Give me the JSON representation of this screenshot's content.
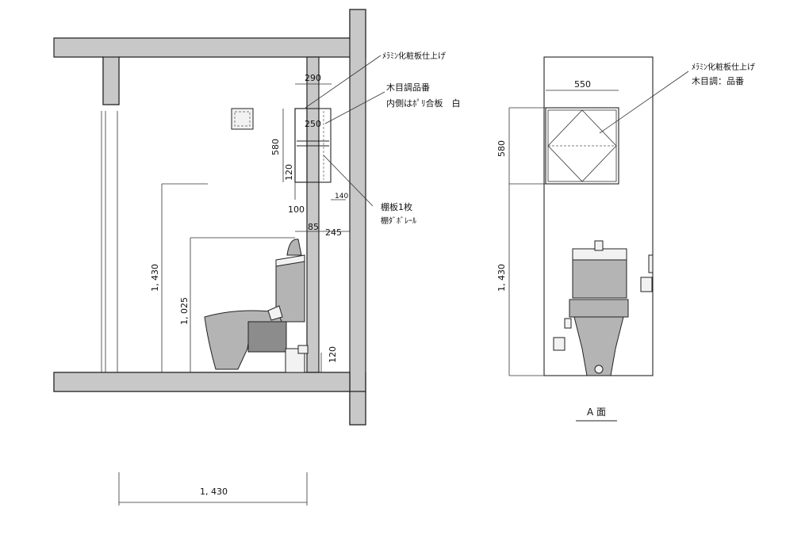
{
  "section": {
    "dims": {
      "cabinet_depth": "290",
      "shelf_depth": "250",
      "cabinet_height": "580",
      "bottom_board": "120",
      "offset_140": "140",
      "clearance_100": "100",
      "wall_85": "85",
      "gap_245": "245",
      "floor_offset_120": "120",
      "height_1430": "1, 430",
      "height_1025": "1, 025",
      "room_width": "1, 430"
    },
    "notes": {
      "finish": "ﾒﾗﾐﾝ化粧板仕上げ",
      "wood_line1": "木目調品番",
      "wood_line2": "内側はﾎﾟﾘ合板　白",
      "shelf_line1": "棚板1枚",
      "shelf_line2": "棚ﾀﾞﾎﾞﾚｰﾙ"
    }
  },
  "elevation": {
    "dims": {
      "cabinet_width": "550",
      "cabinet_height": "580",
      "height_1430": "1, 430"
    },
    "notes": {
      "finish": "ﾒﾗﾐﾝ化粧板仕上げ",
      "wood": "木目調：品番"
    },
    "caption": "A 面"
  }
}
